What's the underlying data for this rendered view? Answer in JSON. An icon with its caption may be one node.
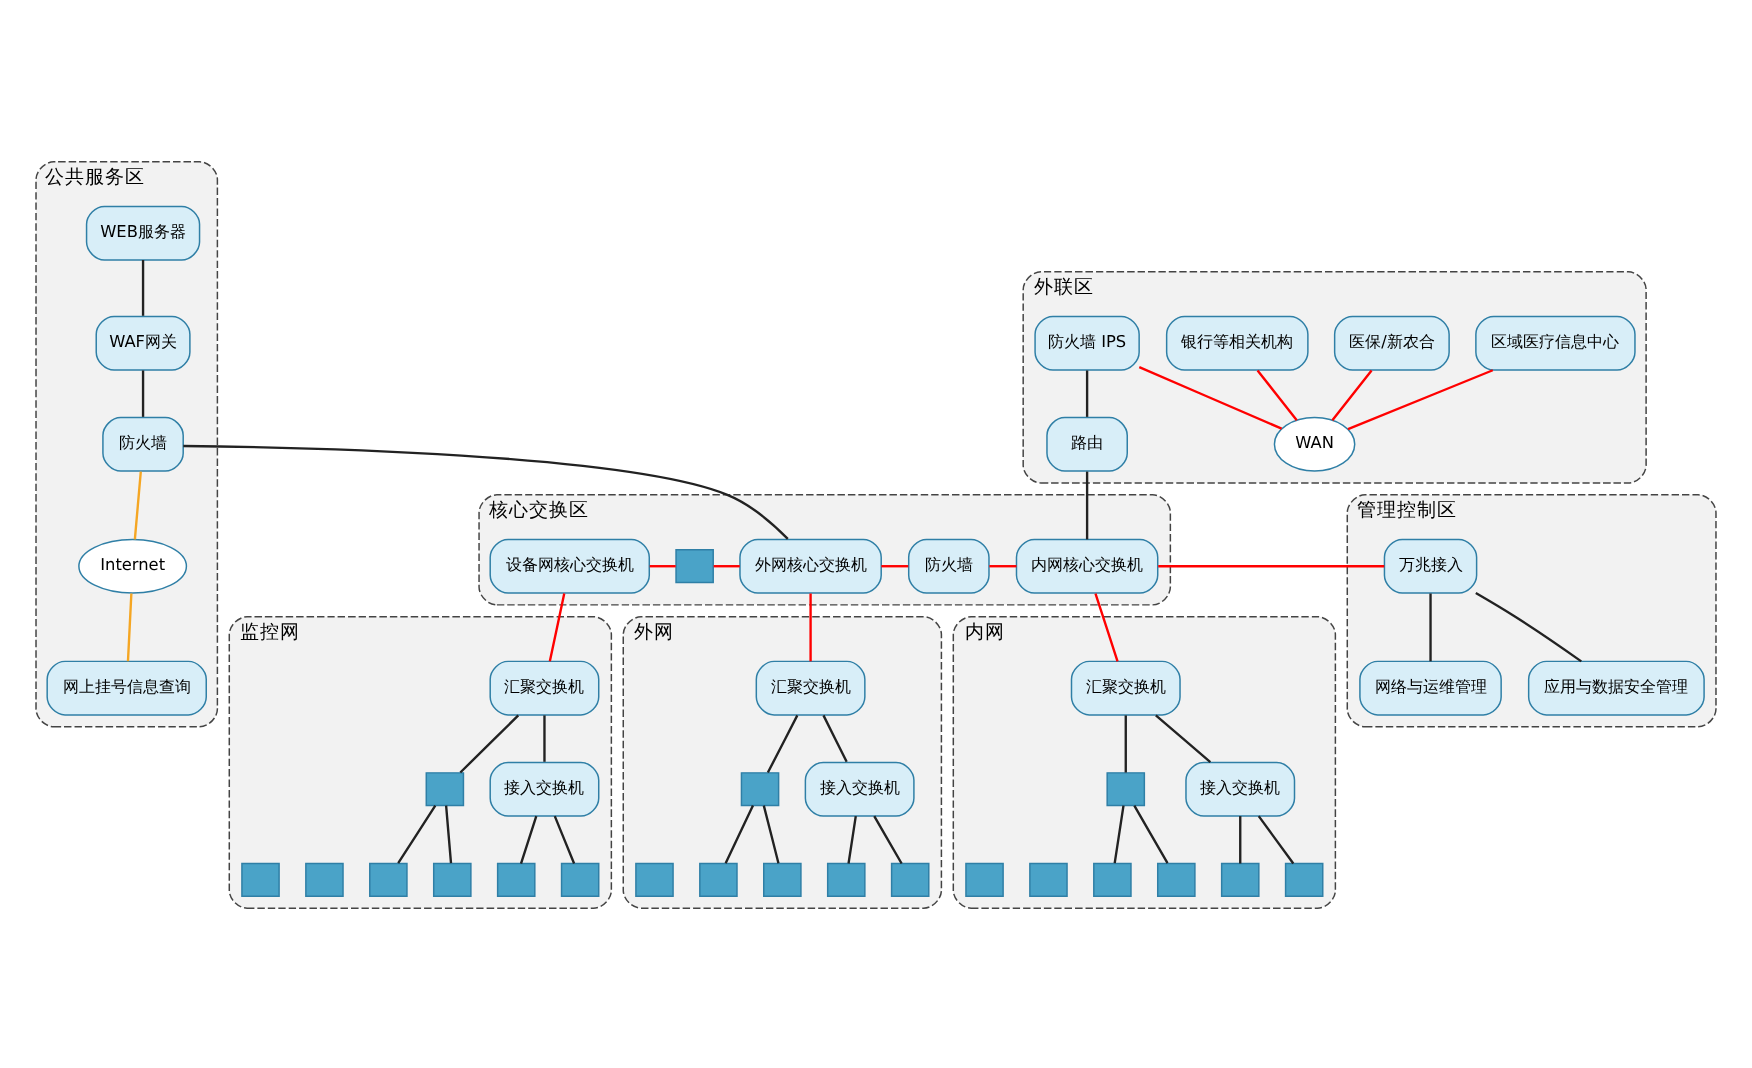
{
  "diagram": {
    "nodes": [
      {
        "text": [
          "公共服务区"
        ]
      },
      {
        "text": [
          "WEB服务器"
        ],
        "in": 0
      },
      {
        "text": [
          "WAF网关"
        ],
        "in": 0
      },
      {
        "text": [
          "网上挂号信息查询"
        ],
        "in": 0
      },
      {
        "text": [
          "Internet"
        ],
        "in": 0
      },
      {
        "text": [
          "防火墙"
        ],
        "in": 0
      },
      {
        "text": [
          "外联区"
        ]
      },
      {
        "text": [
          "区域医疗信息中心"
        ],
        "in": 6
      },
      {
        "text": [
          "医保/新农合"
        ],
        "in": 6
      },
      {
        "text": [
          "银行等相关机构"
        ],
        "in": 6
      },
      {
        "text": [
          "WAN"
        ],
        "in": 6
      },
      {
        "text": [
          "防火墙 IPS"
        ],
        "in": 6
      },
      {
        "text": [
          "路由"
        ],
        "in": 6
      },
      {
        "text": [
          "核心交换区"
        ]
      },
      {
        "text": [
          "设备网核心交换机"
        ],
        "in": 13
      },
      {
        "text": [],
        "shape": "box",
        "in": 13
      },
      {
        "text": [
          "外网核心交换机"
        ],
        "in": 13
      },
      {
        "text": [
          "防火墙"
        ],
        "in": 13
      },
      {
        "text": [
          "内网核心交换机"
        ],
        "in": 13
      },
      {
        "text": [
          "管理控制区"
        ]
      },
      {
        "text": [
          "万兆接入"
        ],
        "in": 19
      },
      {
        "text": [
          "网络与运维管理"
        ],
        "in": 19
      },
      {
        "text": [
          "应用与数据安全管理"
        ],
        "in": 19
      },
      {
        "text": [
          "监控网"
        ]
      },
      {
        "text": [
          "汇聚交换机"
        ],
        "in": 23
      },
      {
        "text": [],
        "shape": "box",
        "in": 23
      },
      {
        "text": [
          "接入交换机"
        ],
        "in": 23
      },
      {
        "text": [],
        "shape": "box",
        "in": 23
      },
      {
        "text": [],
        "shape": "box",
        "in": 23
      },
      {
        "text": [],
        "shape": "box",
        "in": 23
      },
      {
        "text": [],
        "shape": "box",
        "in": 23
      },
      {
        "text": [],
        "shape": "box",
        "in": 23
      },
      {
        "text": [],
        "shape": "box",
        "in": 23
      },
      {
        "text": [
          "外网"
        ]
      },
      {
        "text": [
          "汇聚交换机"
        ],
        "in": 33
      },
      {
        "text": [],
        "shape": "box",
        "in": 33
      },
      {
        "text": [
          "接入交换机"
        ],
        "in": 33
      },
      {
        "text": [],
        "shape": "box",
        "in": 33
      },
      {
        "text": [],
        "shape": "box",
        "in": 33
      },
      {
        "text": [],
        "shape": "box",
        "in": 33
      },
      {
        "text": [],
        "shape": "box",
        "in": 33
      },
      {
        "text": [],
        "shape": "box",
        "in": 33
      },
      {
        "text": [
          "内网"
        ]
      },
      {
        "text": [
          "汇聚交换机"
        ],
        "in": 42
      },
      {
        "text": [],
        "shape": "box",
        "in": 42
      },
      {
        "text": [
          "接入交换机"
        ],
        "in": 42
      },
      {
        "text": [],
        "shape": "box",
        "in": 42
      },
      {
        "text": [],
        "shape": "box",
        "in": 42
      },
      {
        "text": [],
        "shape": "box",
        "in": 42
      },
      {
        "text": [],
        "shape": "box",
        "in": 42
      },
      {
        "text": [],
        "shape": "box",
        "in": 42
      },
      {
        "text": [],
        "shape": "box",
        "in": 42
      }
    ],
    "edges": [
      {
        "from": 1,
        "to": 2,
        "arrow": "none"
      },
      {
        "from": 2,
        "to": 5,
        "arrow": "none"
      },
      {
        "from": 5,
        "to": 4,
        "arrow": "none",
        "color": "#f5a623"
      },
      {
        "from": 4,
        "to": 3,
        "arrow": "none",
        "color": "#f5a623"
      },
      {
        "from": 5,
        "to": 16,
        "arrow": "none"
      },
      {
        "from": 7,
        "to": 10,
        "arrow": "none",
        "color": "#ff0000"
      },
      {
        "from": 8,
        "to": 10,
        "arrow": "none",
        "color": "#ff0000"
      },
      {
        "from": 9,
        "to": 10,
        "arrow": "none",
        "color": "#ff0000"
      },
      {
        "from": 11,
        "to": 10,
        "arrow": "none",
        "color": "#ff0000"
      },
      {
        "from": 11,
        "to": 12,
        "arrow": "none"
      },
      {
        "from": 12,
        "to": 18,
        "arrow": "none"
      },
      {
        "from": 14,
        "to": 15,
        "arrow": "none",
        "color": "#ff0000"
      },
      {
        "from": 15,
        "to": 16,
        "arrow": "none",
        "color": "#ff0000"
      },
      {
        "from": 16,
        "to": 17,
        "arrow": "none",
        "color": "#ff0000"
      },
      {
        "from": 17,
        "to": 18,
        "arrow": "none",
        "color": "#ff0000"
      },
      {
        "from": 18,
        "to": 20,
        "arrow": "none",
        "color": "#ff0000"
      },
      {
        "from": 20,
        "to": 21,
        "arrow": "none"
      },
      {
        "from": 20,
        "to": 22,
        "arrow": "none"
      },
      {
        "from": 14,
        "to": 24,
        "arrow": "none",
        "color": "#ff0000"
      },
      {
        "from": 16,
        "to": 34,
        "arrow": "none",
        "color": "#ff0000"
      },
      {
        "from": 18,
        "to": 43,
        "arrow": "none",
        "color": "#ff0000"
      },
      {
        "from": 24,
        "to": 25,
        "arrow": "none"
      },
      {
        "from": 24,
        "to": 26,
        "arrow": "none"
      },
      {
        "from": 25,
        "to": 27,
        "arrow": "none"
      },
      {
        "from": 25,
        "to": 28,
        "arrow": "none"
      },
      {
        "from": 26,
        "to": 30,
        "arrow": "none"
      },
      {
        "from": 26,
        "to": 31,
        "arrow": "none"
      },
      {
        "from": 34,
        "to": 35,
        "arrow": "none"
      },
      {
        "from": 34,
        "to": 36,
        "arrow": "none"
      },
      {
        "from": 35,
        "to": 37,
        "arrow": "none"
      },
      {
        "from": 35,
        "to": 38,
        "arrow": "none"
      },
      {
        "from": 36,
        "to": 40,
        "arrow": "none"
      },
      {
        "from": 36,
        "to": 41,
        "arrow": "none"
      },
      {
        "from": 43,
        "to": 44,
        "arrow": "none"
      },
      {
        "from": 43,
        "to": 45,
        "arrow": "none"
      },
      {
        "from": 44,
        "to": 46,
        "arrow": "none"
      },
      {
        "from": 44,
        "to": 47,
        "arrow": "none"
      },
      {
        "from": 45,
        "to": 49,
        "arrow": "none"
      },
      {
        "from": 45,
        "to": 50,
        "arrow": "none"
      }
    ]
  }
}
